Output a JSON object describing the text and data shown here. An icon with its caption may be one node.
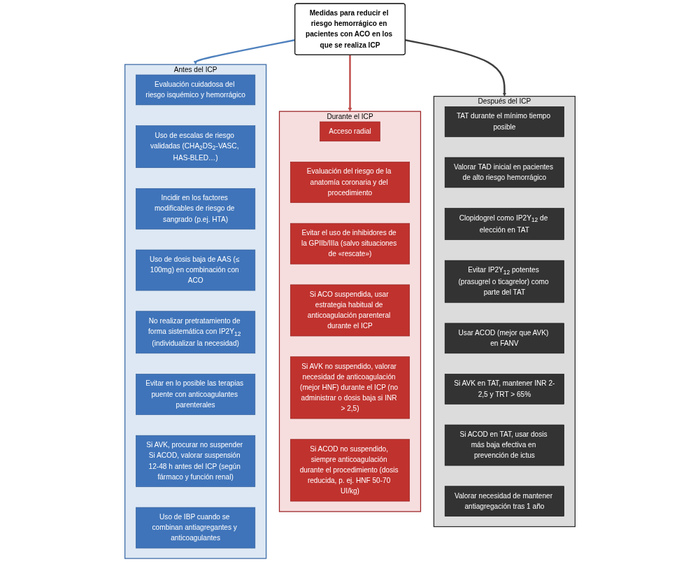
{
  "diagram": {
    "nodes": [
      {
        "text": [
          "Medidas para reducir el riesgo hemorrágico en pacientes con ACO en los que se realiza ICP"
        ]
      },
      {
        "text": [
          "Antes del ICP"
        ]
      },
      {
        "text": [
          "Evaluación cuidadosa del riesgo isquémico y hemorrágico"
        ],
        "in": 1
      },
      {
        "text": [
          "Uso de escalas de riesgo validadas (CHA$_{2}$DS$_{2}$-VASC, HAS-BLED…)"
        ],
        "in": 1
      },
      {
        "text": [
          "Incidir en los factores modificables de riesgo de sangrado (p.ej. HTA)"
        ],
        "in": 1
      },
      {
        "text": [
          "Uso de dosis baja de AAS (≤ 100mg) en combinación con ACO"
        ],
        "in": 1
      },
      {
        "text": [
          "No realizar pretratamiento de forma sistemática con IP2Y$_{12}$ (individualizar la necesidad)"
        ],
        "in": 1
      },
      {
        "text": [
          "Evitar en lo posible las terapias puente con anticoagulantes parenterales"
        ],
        "in": 1
      },
      {
        "text": [
          "Si AVK, procurar no suspender Si ACOD, valorar suspensión 12-48 h antes del ICP (según fármaco y función renal)"
        ],
        "in": 1
      },
      {
        "text": [
          "Uso de IBP cuando se combinan antiagregantes y anticoagulantes"
        ],
        "in": 1
      },
      {
        "text": [
          "Durante el ICP"
        ]
      },
      {
        "text": [
          "Acceso radial"
        ],
        "in": 10
      },
      {
        "text": [
          "Evaluación del riesgo de la anatomía coronaria y del procedimiento"
        ],
        "in": 10
      },
      {
        "text": [
          "Evitar el uso de inhibidores de la GPIIb/IIIa (salvo situaciones de «rescate»)"
        ],
        "in": 10
      },
      {
        "text": [
          "Si ACO suspendida, usar estrategia habitual de anticoagulación parenteral durante el ICP"
        ],
        "in": 10
      },
      {
        "text": [
          "Si AVK no suspendido, valorar necesidad de anticoagulación (mejor HNF) durante el ICP (no administrar o dosis baja si INR > 2,5)"
        ],
        "in": 10
      },
      {
        "text": [
          "Si ACOD no suspendido, siempre anticoagulación durante el procedimiento (dosis reducida, p. ej. HNF 50-70 UI/kg)"
        ],
        "in": 10
      },
      {
        "text": [
          "Después del ICP"
        ]
      },
      {
        "text": [
          "TAT durante el mínimo tiempo posible"
        ],
        "in": 17
      },
      {
        "text": [
          "Valorar TAD inicial en pacientes de alto riesgo hemorrágico"
        ],
        "in": 17
      },
      {
        "text": [
          "Clopidogrel como IP2Y$_{12}$ de elección en TAT"
        ],
        "in": 17
      },
      {
        "text": [
          "Evitar IP2Y$_{12}$ potentes (prasugrel o ticagrelor) como parte del TAT"
        ],
        "in": 17
      },
      {
        "text": [
          "Usar ACOD (mejor que AVK) en FANV"
        ],
        "in": 17
      },
      {
        "text": [
          "Si AVK en TAT, mantener INR 2-2,5 y TRT > 65%"
        ],
        "in": 17
      },
      {
        "text": [
          "Si ACOD en TAT, usar dosis más baja efectiva en prevención de ictus"
        ],
        "in": 17
      },
      {
        "text": [
          "Valorar necesidad de mantener antiagregación tras 1 año"
        ],
        "in": 17
      }
    ],
    "edges": [
      {
        "from": 0,
        "to": 1,
        "arrow": "to",
        "color": "#4f81bd"
      },
      {
        "from": 0,
        "to": 10,
        "arrow": "to",
        "color": "#c0504d"
      },
      {
        "from": 0,
        "to": 17,
        "arrow": "to",
        "color": "#404040"
      }
    ]
  }
}
